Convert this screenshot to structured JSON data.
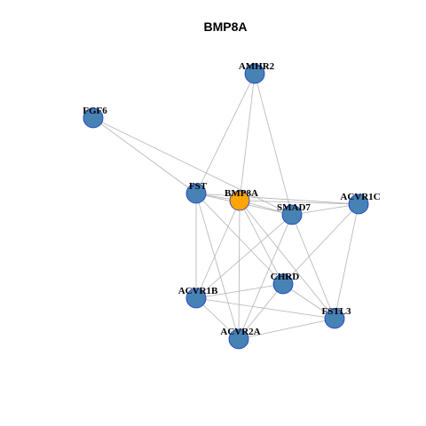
{
  "title": "BMP8A",
  "colors": {
    "center": "#ffa500",
    "node": "#4682b4",
    "border": "#1a33cc",
    "edge": "#b3b3b3"
  },
  "nodes": [
    {
      "id": "AMHR2",
      "label": "AMHR2",
      "role": "neighbor"
    },
    {
      "id": "FGF6",
      "label": "FGF6",
      "role": "neighbor"
    },
    {
      "id": "FST",
      "label": "FST",
      "role": "neighbor"
    },
    {
      "id": "BMP8A",
      "label": "BMP8A",
      "role": "center"
    },
    {
      "id": "SMAD7",
      "label": "SMAD7",
      "role": "neighbor"
    },
    {
      "id": "ACVR1C",
      "label": "ACVR1C",
      "role": "neighbor"
    },
    {
      "id": "CHRD",
      "label": "CHRD",
      "role": "neighbor"
    },
    {
      "id": "ACVR1B",
      "label": "ACVR1B",
      "role": "neighbor"
    },
    {
      "id": "FSTL3",
      "label": "FSTL3",
      "role": "neighbor"
    },
    {
      "id": "ACVR2A",
      "label": "ACVR2A",
      "role": "neighbor"
    }
  ],
  "edges": [
    [
      "AMHR2",
      "FST"
    ],
    [
      "AMHR2",
      "BMP8A"
    ],
    [
      "AMHR2",
      "SMAD7"
    ],
    [
      "FGF6",
      "FST"
    ],
    [
      "FGF6",
      "SMAD7"
    ],
    [
      "FST",
      "BMP8A"
    ],
    [
      "FST",
      "SMAD7"
    ],
    [
      "FST",
      "ACVR1C"
    ],
    [
      "FST",
      "CHRD"
    ],
    [
      "FST",
      "ACVR1B"
    ],
    [
      "FST",
      "ACVR2A"
    ],
    [
      "BMP8A",
      "SMAD7"
    ],
    [
      "BMP8A",
      "ACVR1C"
    ],
    [
      "BMP8A",
      "CHRD"
    ],
    [
      "BMP8A",
      "ACVR1B"
    ],
    [
      "BMP8A",
      "ACVR2A"
    ],
    [
      "BMP8A",
      "FSTL3"
    ],
    [
      "SMAD7",
      "ACVR1C"
    ],
    [
      "SMAD7",
      "ACVR1B"
    ],
    [
      "SMAD7",
      "ACVR2A"
    ],
    [
      "SMAD7",
      "FSTL3"
    ],
    [
      "ACVR1C",
      "CHRD"
    ],
    [
      "ACVR1C",
      "FSTL3"
    ],
    [
      "CHRD",
      "ACVR1B"
    ],
    [
      "CHRD",
      "ACVR2A"
    ],
    [
      "CHRD",
      "FSTL3"
    ],
    [
      "ACVR1B",
      "FSTL3"
    ],
    [
      "ACVR1B",
      "ACVR2A"
    ],
    [
      "ACVR2A",
      "FSTL3"
    ]
  ]
}
